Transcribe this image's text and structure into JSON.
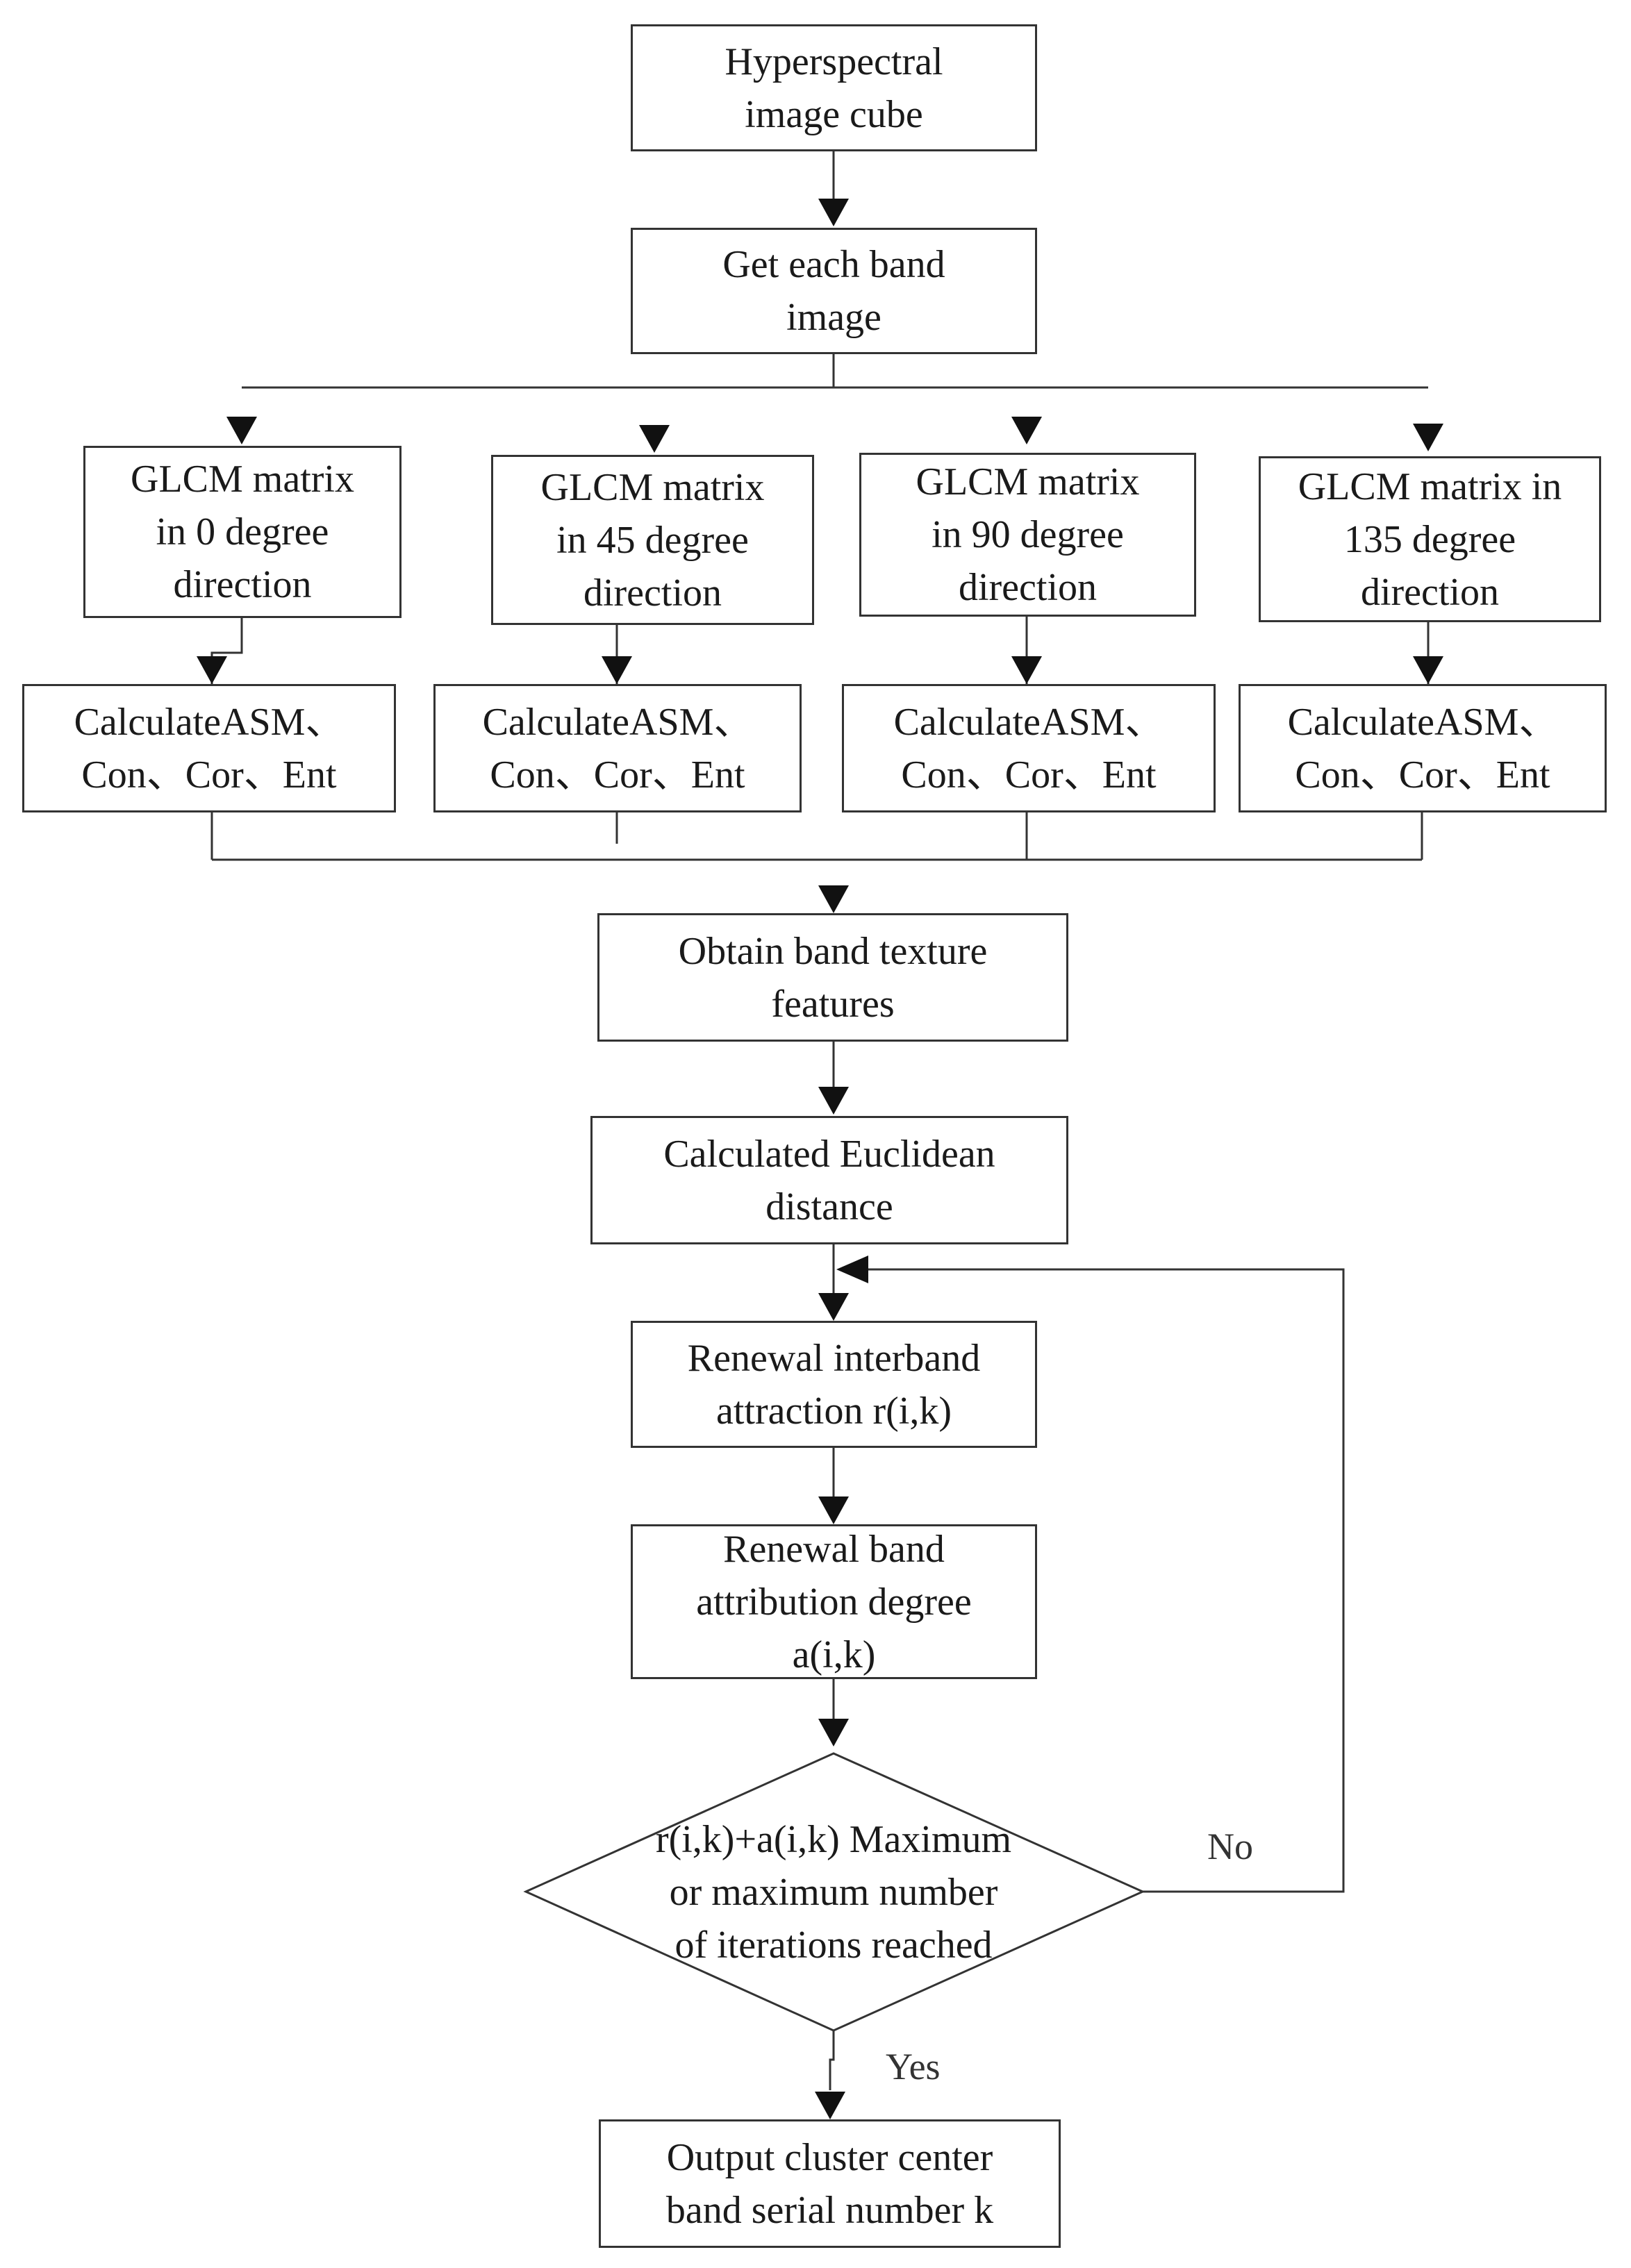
{
  "nodes": {
    "hyperspectral_cube": "Hyperspectral\nimage cube",
    "get_band_image": "Get each band\nimage",
    "glcm_0": "GLCM matrix\nin 0 degree\ndirection",
    "glcm_45": "GLCM matrix\nin 45 degree\ndirection",
    "glcm_90": "GLCM matrix\nin 90 degree\ndirection",
    "glcm_135": "GLCM matrix in\n135 degree\ndirection",
    "calc_0": "CalculateASM、\nCon、Cor、Ent",
    "calc_45": "CalculateASM、\nCon、Cor、Ent",
    "calc_90": "CalculateASM、\nCon、Cor、Ent",
    "calc_135": "CalculateASM、\nCon、Cor、Ent",
    "texture_features": "Obtain band texture\nfeatures",
    "euclidean": "Calculated Euclidean\ndistance",
    "renewal_attraction": "Renewal interband\nattraction r(i,k)",
    "renewal_attribution": "Renewal band\nattribution degree\na(i,k)",
    "decision": "r(i,k)+a(i,k) Maximum\nor maximum number\nof iterations reached",
    "output": "Output cluster center\nband serial number k"
  },
  "labels": {
    "no": "No",
    "yes": "Yes"
  }
}
